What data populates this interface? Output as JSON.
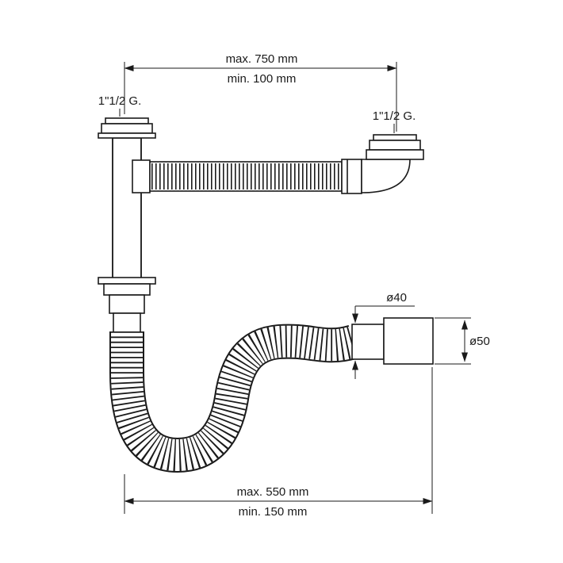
{
  "diagram": {
    "dim_top": {
      "max": "max. 750 mm",
      "min": "min. 100 mm"
    },
    "dim_bottom": {
      "max": "max. 550 mm",
      "min": "min. 150 mm"
    },
    "thread_left": "1\"1/2 G.",
    "thread_right": "1\"1/2 G.",
    "dia_inlet": "ø40",
    "dia_outlet": "ø50",
    "line_color": "#1a1a1a"
  }
}
